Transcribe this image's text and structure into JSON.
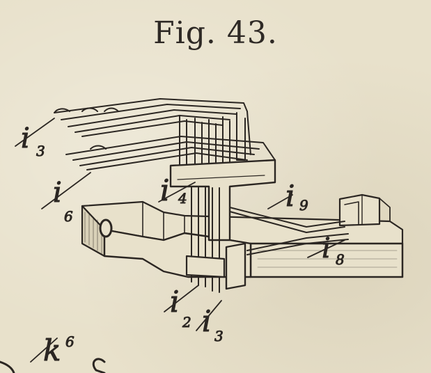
{
  "figure": {
    "title": "Fig. 43."
  },
  "labels": {
    "i3_top": {
      "main": "i",
      "sub": "3"
    },
    "i6": {
      "main": "i",
      "sub": "6"
    },
    "i4": {
      "main": "i",
      "sub": "4"
    },
    "i9": {
      "main": "i",
      "sub": "9"
    },
    "i8": {
      "main": "i",
      "sub": "8"
    },
    "i2": {
      "main": "i",
      "sub": "2"
    },
    "i3_bottom": {
      "main": "i",
      "sub": "3"
    },
    "k6": {
      "main": "k",
      "sub": "6"
    }
  },
  "colors": {
    "paper": "#e8e1cb",
    "ink": "#2b2622"
  }
}
